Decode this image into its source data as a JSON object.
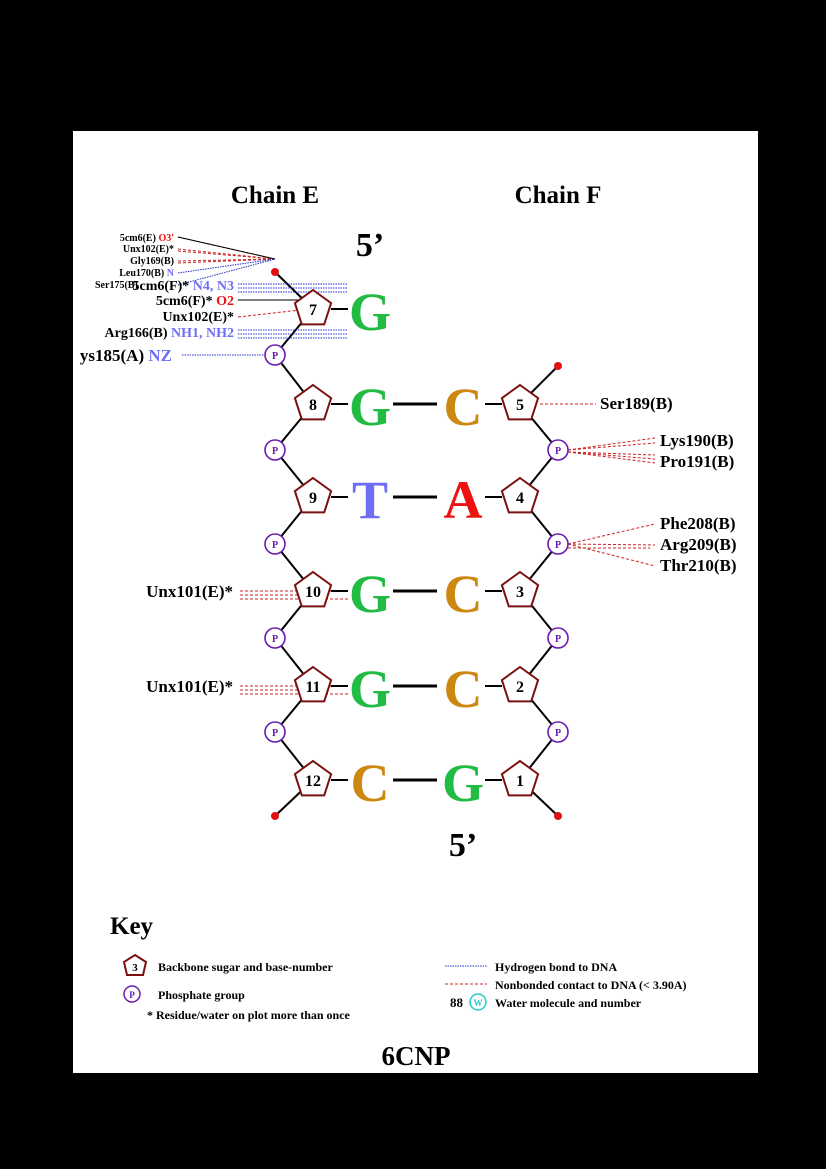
{
  "colors": {
    "page_bg": "#000000",
    "panel_bg": "#ffffff",
    "sugar_stroke": "#7a1010",
    "phosphate": "#6a1bb0",
    "hbond": "#2233cc",
    "nonbonded": "#cc2222",
    "terminal_dot": "#e01010",
    "G": "#22bb44",
    "C": "#cc8811",
    "T": "#6e6ef5",
    "A": "#ee1111",
    "atom_red": "#ee1111",
    "atom_blue": "#6e6ef5",
    "water": "#22cccc"
  },
  "titles": {
    "chain_e": "Chain E",
    "chain_f": "Chain F",
    "five_prime_top": "5’",
    "five_prime_bottom": "5’",
    "pdb_id": "6CNP"
  },
  "base_pairs": [
    {
      "left_num": "7",
      "left_base": "G",
      "right_num": "",
      "right_base": ""
    },
    {
      "left_num": "8",
      "left_base": "G",
      "right_num": "5",
      "right_base": "C"
    },
    {
      "left_num": "9",
      "left_base": "T",
      "right_num": "4",
      "right_base": "A"
    },
    {
      "left_num": "10",
      "left_base": "G",
      "right_num": "3",
      "right_base": "C"
    },
    {
      "left_num": "11",
      "left_base": "G",
      "right_num": "2",
      "right_base": "C"
    },
    {
      "left_num": "12",
      "left_base": "C",
      "right_num": "1",
      "right_base": "G"
    }
  ],
  "phosphate_label": "P",
  "interactions_left": {
    "small": [
      {
        "res": "5cm6(E) ",
        "atom": "O3'",
        "atom_color": "red"
      },
      {
        "res": "Unx102(E)*",
        "atom": "",
        "atom_color": ""
      },
      {
        "res": "Gly169(B)",
        "atom": "",
        "atom_color": ""
      },
      {
        "res": "Leu170(B) ",
        "atom": "N",
        "atom_color": "blue"
      },
      {
        "res": "Ser175(B)",
        "atom": "",
        "atom_color": ""
      }
    ],
    "overlap_label": {
      "res": "5cm6(F)* ",
      "atom": "N4, N3"
    },
    "o2_label": {
      "res": "5cm6(F)* ",
      "atom": "O2"
    },
    "unx102": "Unx102(E)*",
    "arg166": {
      "res": "Arg166(B) ",
      "atom": "NH1, NH2"
    },
    "lys185": {
      "res": "ys185(A) ",
      "atom": "NZ"
    },
    "unx101_a": "Unx101(E)*",
    "unx101_b": "Unx101(E)*"
  },
  "interactions_right": {
    "ser189": "Ser189(B)",
    "lys190": "Lys190(B)",
    "pro191": "Pro191(B)",
    "phe208": "Phe208(B)",
    "arg209": "Arg209(B)",
    "thr210": "Thr210(B)"
  },
  "key": {
    "title": "Key",
    "sugar_example": "3",
    "sugar_text": "Backbone sugar and base-number",
    "phosphate_example": "P",
    "phosphate_text": "Phosphate group",
    "asterisk_text": "* Residue/water on plot more than once",
    "hbond_text": "Hydrogen bond to DNA",
    "nonbonded_text": "Nonbonded contact to DNA (< 3.90A)",
    "water_number": "88",
    "water_symbol": "W",
    "water_text": "Water molecule and number"
  }
}
